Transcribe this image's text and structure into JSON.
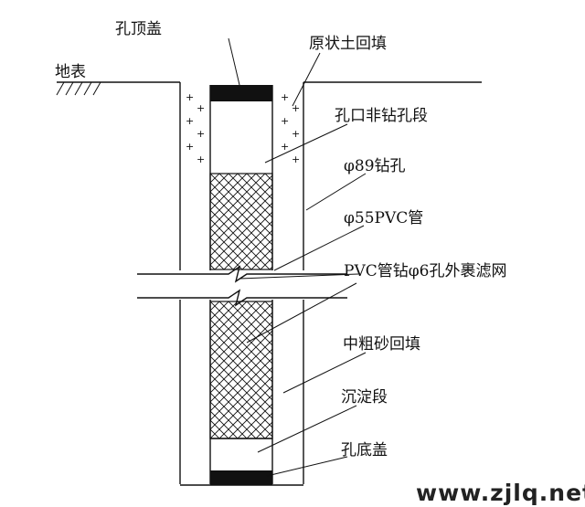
{
  "labels": {
    "top_cap": "孔顶盖",
    "ground": "地表",
    "backfill_native": "原状土回填",
    "non_drill_section": "孔口非钻孔段",
    "borehole": "φ89钻孔",
    "pvc_pipe": "φ55PVC管",
    "screen": "PVC管钻φ6孔外裹滤网",
    "sand_backfill": "中粗砂回填",
    "sediment": "沉淀段",
    "bottom_cap": "孔底盖"
  },
  "watermark": "www.zjlq.net"
}
